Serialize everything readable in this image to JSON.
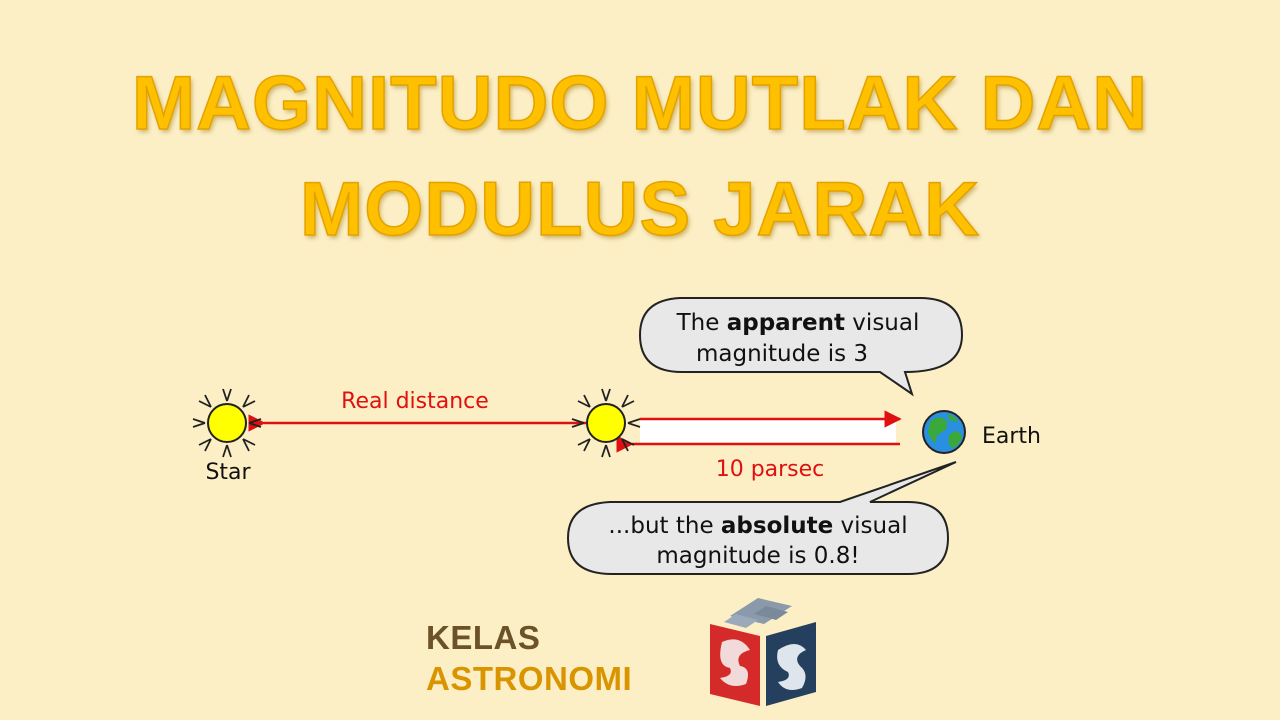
{
  "title": {
    "line1": "MAGNITUDO MUTLAK DAN",
    "line2": "MODULUS JARAK"
  },
  "diagram": {
    "real_distance_label": "Real distance",
    "ten_parsec_label": "10 parsec",
    "star_label": "Star",
    "earth_label": "Earth",
    "bubble_top": {
      "part1": "The ",
      "bold": "apparent",
      "part2": " visual",
      "line2": "magnitude is 3"
    },
    "bubble_bottom": {
      "part1": "...but the ",
      "bold": "absolute",
      "part2": " visual",
      "line2": "magnitude is 0.8!"
    }
  },
  "brand": {
    "line1": "KELAS",
    "line2": "ASTRONOMI"
  },
  "colors": {
    "title": "#ffc000",
    "arrow": "#e01010",
    "sun": "#ffff00",
    "logo_red": "#d42a2a",
    "logo_navy": "#24405e",
    "logo_grey": "#8a9aab"
  }
}
